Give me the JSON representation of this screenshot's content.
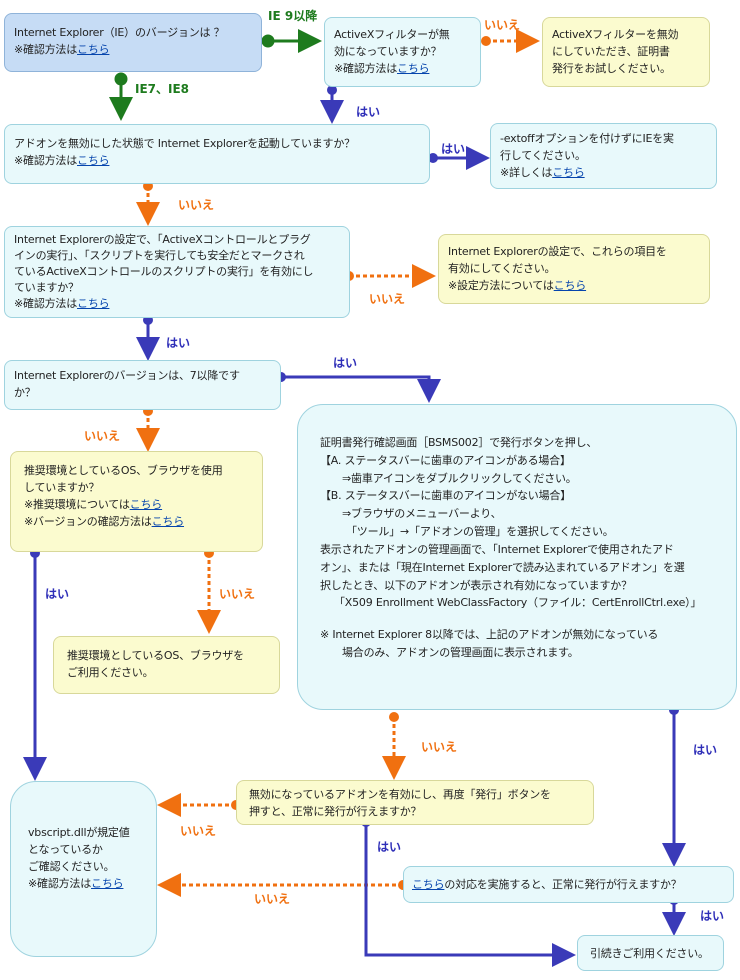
{
  "q1": {
    "text": "Internet Explorer（IE）のバージョンは ？",
    "check_prefix": "※確認方法は",
    "link": "こちら"
  },
  "q2": {
    "line1": "ActiveXフィルターが無",
    "line2": "効になっていますか？",
    "check_prefix": "※確認方法は",
    "link": "こちら"
  },
  "a2": {
    "line1": "ActiveXフィルターを無効",
    "line2": "にしていただき、証明書",
    "line3": "発行をお試しください。"
  },
  "q3": {
    "text": "アドオンを無効にした状態で Internet Explorerを起動していますか？",
    "check_prefix": "※確認方法は",
    "link": "こちら"
  },
  "a3": {
    "line1": "-extoffオプションを付けずにIEを実",
    "line2": "行してください。",
    "detail_prefix": "※詳しくは",
    "link": "こちら"
  },
  "q4": {
    "line1": "Internet Explorerの設定で、「ActiveXコントロールとプラグ",
    "line2": "インの実行」、「スクリプトを実行しても安全だとマークされ",
    "line3": "ているActiveXコントロールのスクリプトの実行」を有効にし",
    "line4": "ていますか？",
    "check_prefix": "※確認方法は",
    "link": "こちら"
  },
  "a4": {
    "line1": "Internet Explorerの設定で、これらの項目を",
    "line2": "有効にしてください。",
    "setting_prefix": "※設定方法については",
    "link": "こちら"
  },
  "q5": {
    "line1": "Internet Explorerのバージョンは、7以降です",
    "line2": "か？"
  },
  "q6": {
    "line1": "推奨環境としているOS、ブラウザを使用",
    "line2": "していますか？",
    "rec_prefix": "※推奨環境については",
    "rec_link": "こちら",
    "ver_prefix": "※バージョンの確認方法は",
    "ver_link": "こちら"
  },
  "a6": {
    "line1": "推奨環境としているOS、ブラウザを",
    "line2": "ご利用ください。"
  },
  "cert": {
    "l1": "証明書発行確認画面［BSMS002］で発行ボタンを押し、",
    "l2": "【A. ステータスバーに歯車のアイコンがある場合】",
    "l3": "⇒歯車アイコンをダブルクリックしてください。",
    "l4": "【B. ステータスバーに歯車のアイコンがない場合】",
    "l5": "⇒ブラウザのメニューバーより、",
    "l6": "「ツール」→「アドオンの管理」を選択してください。",
    "l7": "表示されたアドオンの管理画面で、「Internet Explorerで使用されたアド",
    "l8": "オン」、または「現在Internet Explorerで読み込まれているアドオン」を選",
    "l9": "択したとき、以下のアドオンが表示され有効になっていますか？",
    "l10": "「X509 Enrollment WebClassFactory（ファイル：CertEnrollCtrl.exe）」",
    "l11": "※ Internet Explorer 8以降では、上記のアドオンが無効になっている",
    "l12": "場合のみ、アドオンの管理画面に表示されます。"
  },
  "q8": {
    "line1": "無効になっているアドオンを有効にし、再度「発行」ボタンを",
    "line2": "押すと、正常に発行が行えますか？"
  },
  "vb": {
    "line1": "vbscript.dllが規定値",
    "line2": "となっているか",
    "line3": "ご確認ください。",
    "check_prefix": "※確認方法は",
    "link": "こちら"
  },
  "q9": {
    "link": "こちら",
    "text": "の対応を実施すると、正常に発行が行えますか？"
  },
  "end": {
    "text": "引続きご利用ください。"
  },
  "labels": {
    "ie9": "IE 9以降",
    "ie78": "IE7、IE8",
    "yes": "はい",
    "no": "いいえ"
  },
  "colors": {
    "green": "#1e7b1e",
    "navy": "#3a3ab8",
    "orange": "#f07010"
  }
}
